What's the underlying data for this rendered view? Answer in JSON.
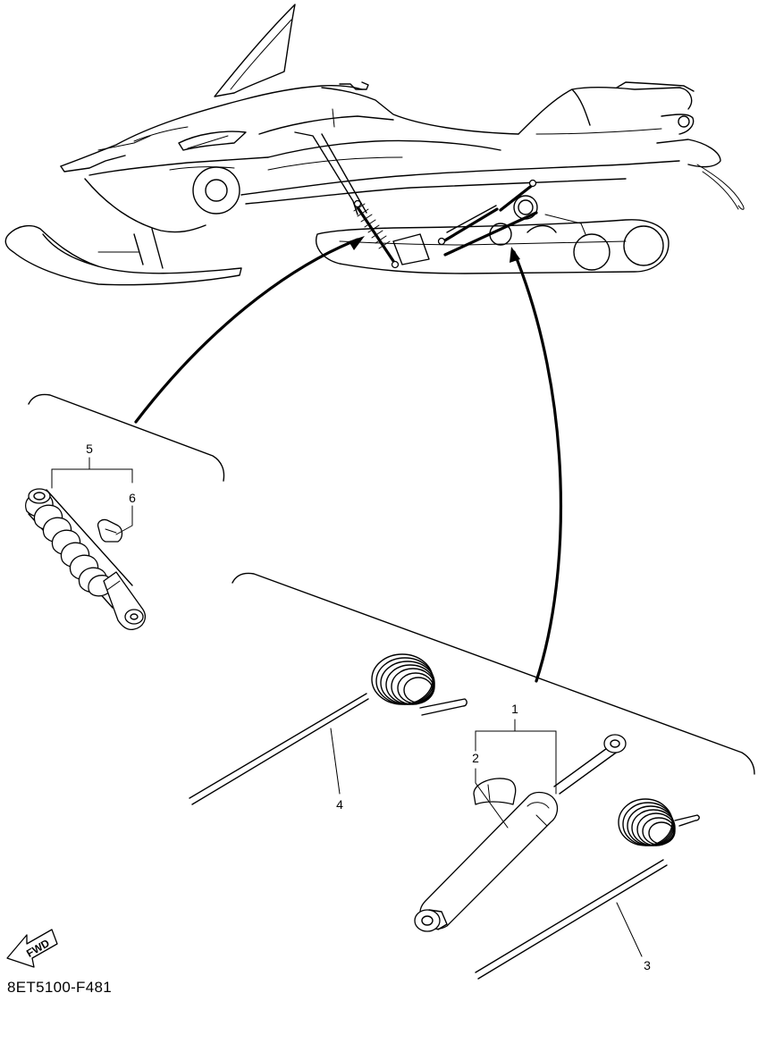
{
  "diagram": {
    "callouts": [
      {
        "id": "1",
        "label": "1"
      },
      {
        "id": "2",
        "label": "2"
      },
      {
        "id": "3",
        "label": "3"
      },
      {
        "id": "4",
        "label": "4"
      },
      {
        "id": "5",
        "label": "5"
      },
      {
        "id": "6",
        "label": "6"
      }
    ],
    "fwd_label": "FWD",
    "drawing_code": "8ET5100-F481"
  }
}
